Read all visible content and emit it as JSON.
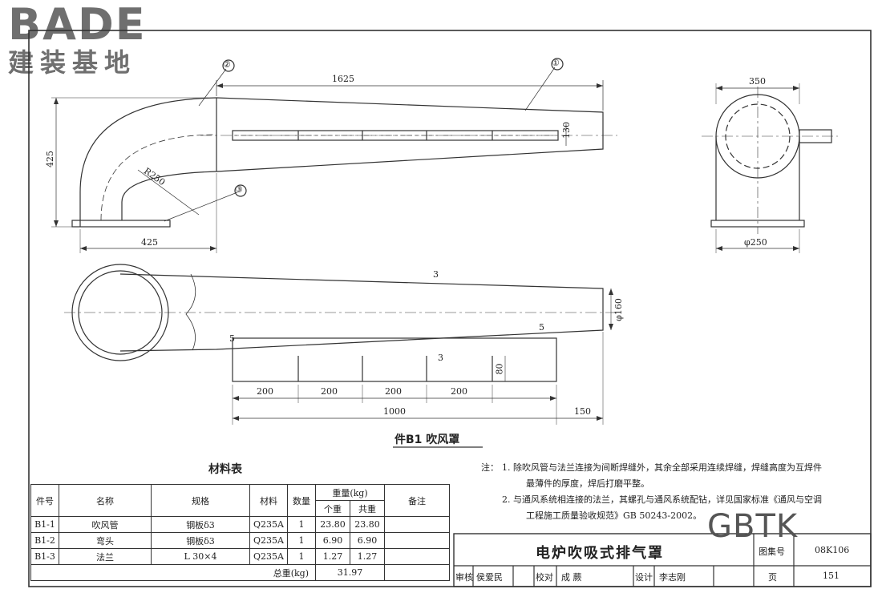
{
  "logo": {
    "brand": "BADE",
    "sub": "建装基地"
  },
  "drawing": {
    "callouts": [
      "①",
      "②",
      "③"
    ],
    "dims": {
      "d1625": "1625",
      "d425h": "425",
      "d425v": "425",
      "d350": "350",
      "d130": "130",
      "r250": "R250",
      "phi250": "φ250",
      "phi160": "φ160",
      "d80": "80",
      "d5a": "5",
      "d5b": "5",
      "d3a": "3",
      "d3b": "3",
      "d200": [
        "200",
        "200",
        "200",
        "200"
      ],
      "d1000": "1000",
      "d150": "150"
    },
    "part_title": "件B1  吹风罩"
  },
  "materials": {
    "title": "材料表",
    "headers": {
      "no": "件号",
      "name": "名称",
      "spec": "规格",
      "material": "材料",
      "qty": "数量",
      "weight": "重量(kg)",
      "single": "个重",
      "total": "共重",
      "remark": "备注"
    },
    "rows": [
      {
        "no": "B1-1",
        "name": "吹风管",
        "spec": "钢板δ3",
        "material": "Q235A",
        "qty": "1",
        "single": "23.80",
        "total": "23.80",
        "remark": ""
      },
      {
        "no": "B1-2",
        "name": "弯头",
        "spec": "钢板δ3",
        "material": "Q235A",
        "qty": "1",
        "single": "6.90",
        "total": "6.90",
        "remark": ""
      },
      {
        "no": "B1-3",
        "name": "法兰",
        "spec": "L 30×4",
        "material": "Q235A",
        "qty": "1",
        "single": "1.27",
        "total": "1.27",
        "remark": ""
      }
    ],
    "total_label": "总重(kg)",
    "total_value": "31.97"
  },
  "notes": {
    "label": "注：",
    "items": [
      "1. 除吹风管与法兰连接为间断焊缝外，其余全部采用连续焊缝，焊缝高度为互焊件最薄件的厚度，焊后打磨平整。",
      "2. 与通风系统相连接的法兰，其螺孔与通风系统配钻，详见国家标准《通风与空调工程施工质量验收规范》GB 50243-2002。"
    ]
  },
  "title_block": {
    "title": "电炉吹吸式排气罩",
    "atlas_label": "图集号",
    "atlas_no": "08K106",
    "page_label": "页",
    "page_no": "151",
    "review_label": "审核",
    "review_name": "侯爱民",
    "check_label": "校对",
    "check_name": "成  蕨",
    "design_label": "设计",
    "design_name": "李志刚"
  },
  "watermark": "GBTK"
}
